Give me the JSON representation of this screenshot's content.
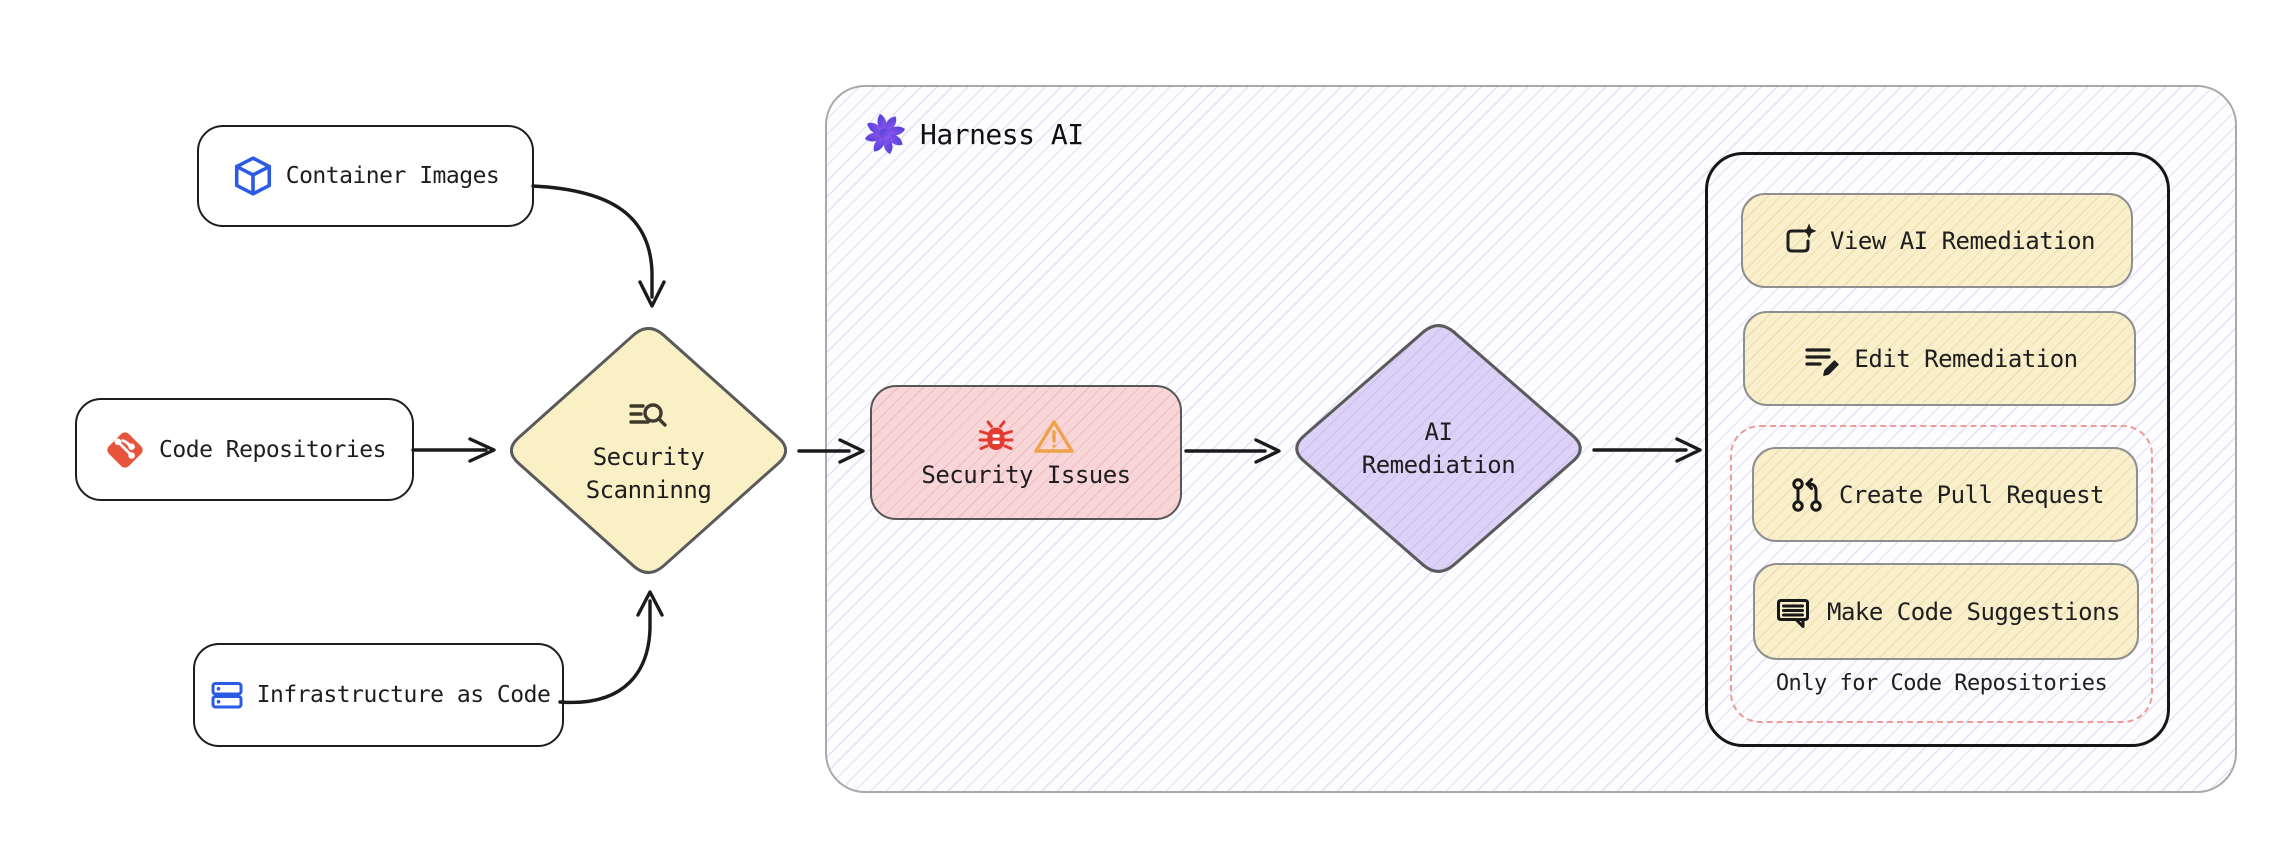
{
  "diagram": {
    "sources": [
      {
        "label": "Container Images",
        "icon": "cube-icon"
      },
      {
        "label": "Code Repositories",
        "icon": "git-icon"
      },
      {
        "label": "Infrastructure as Code",
        "icon": "server-stack-icon"
      }
    ],
    "scanning": {
      "line1": "Security",
      "line2": "Scanninng",
      "icon": "search-list-icon"
    },
    "issues": {
      "label": "Security Issues",
      "icons": [
        "bug-icon",
        "warning-icon"
      ]
    },
    "ai_group": {
      "title": "Harness AI",
      "icon": "harness-ai-flower-icon"
    },
    "ai_decision": {
      "line1": "AI",
      "line2": "Remediation"
    },
    "actions": {
      "view_label": "View AI Remediation",
      "edit_label": "Edit Remediation",
      "create_pr_label": "Create Pull Request",
      "suggest_label": "Make Code Suggestions",
      "note": "Only for Code Repositories"
    },
    "colors": {
      "diamond_yellow": "#faf0c6",
      "issues_pink": "#f8d6d8",
      "ai_purple": "#dcd1f6",
      "button_yellow": "#f9efca",
      "dashed_red": "#f09c95",
      "container_border": "#a8a8a8",
      "hatch_lavender": "#8c8ce1",
      "icon_blue": "#2b5be4",
      "git_red": "#e8533b",
      "bug_red": "#e23c31",
      "warning_orange": "#eda24a",
      "harness_purple_dark": "#4b3fd4",
      "harness_purple_light": "#9b59f6",
      "ink": "#1e1e1e"
    }
  }
}
